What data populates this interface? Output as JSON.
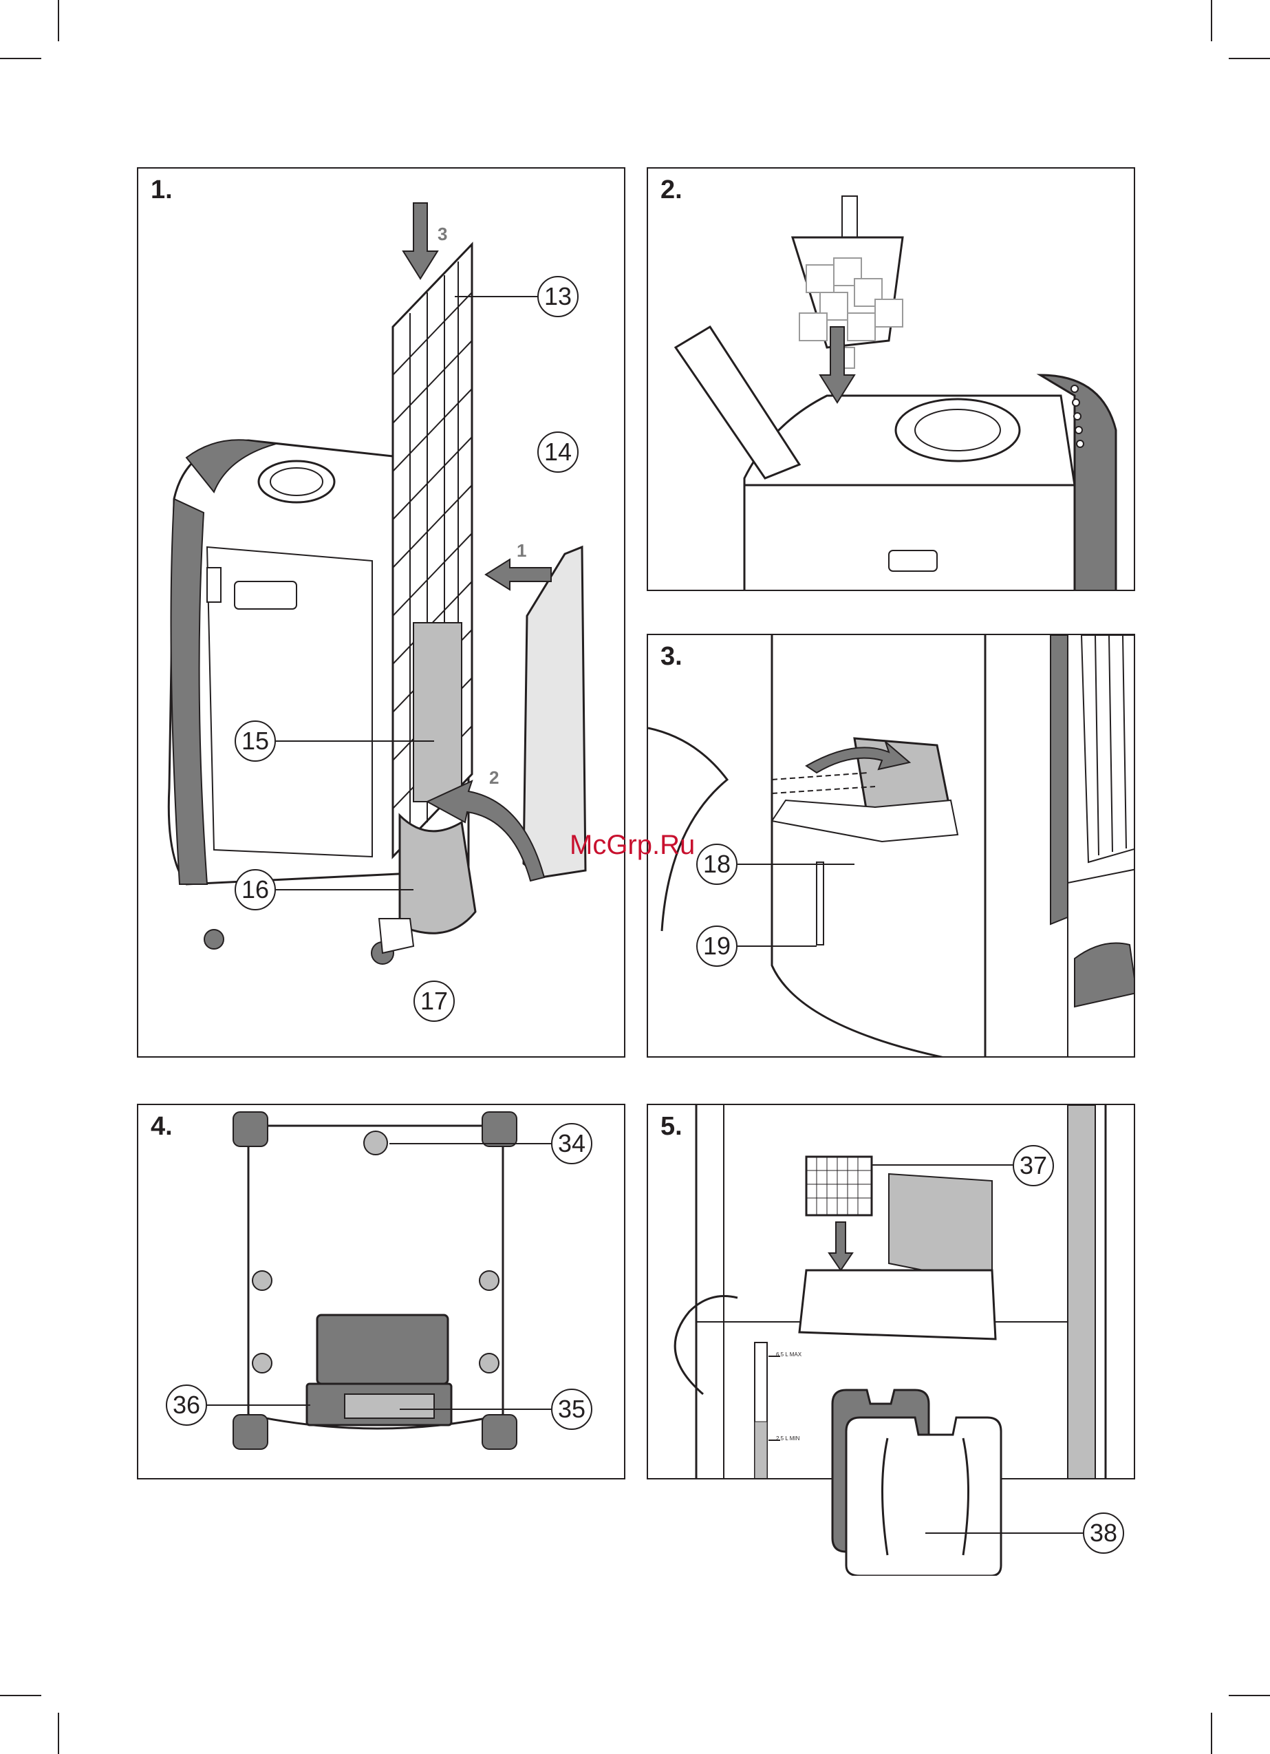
{
  "panels": [
    {
      "number": "1.",
      "callouts": [
        "13",
        "14",
        "15",
        "16",
        "17"
      ],
      "step_marks": [
        "1",
        "2",
        "3"
      ]
    },
    {
      "number": "2.",
      "callouts": []
    },
    {
      "number": "3.",
      "callouts": [
        "18",
        "19"
      ]
    },
    {
      "number": "4.",
      "callouts": [
        "34",
        "35",
        "36"
      ]
    },
    {
      "number": "5.",
      "callouts": [
        "37",
        "38"
      ],
      "gauge": {
        "max_label": "6.5 L MAX",
        "min_label": "2.5 L MIN"
      }
    }
  ],
  "watermark": "McGrp.Ru",
  "colors": {
    "line": "#231f20",
    "grey_dark": "#7a7a7a",
    "grey_light": "#bdbdbd",
    "watermark": "#c8102e"
  }
}
